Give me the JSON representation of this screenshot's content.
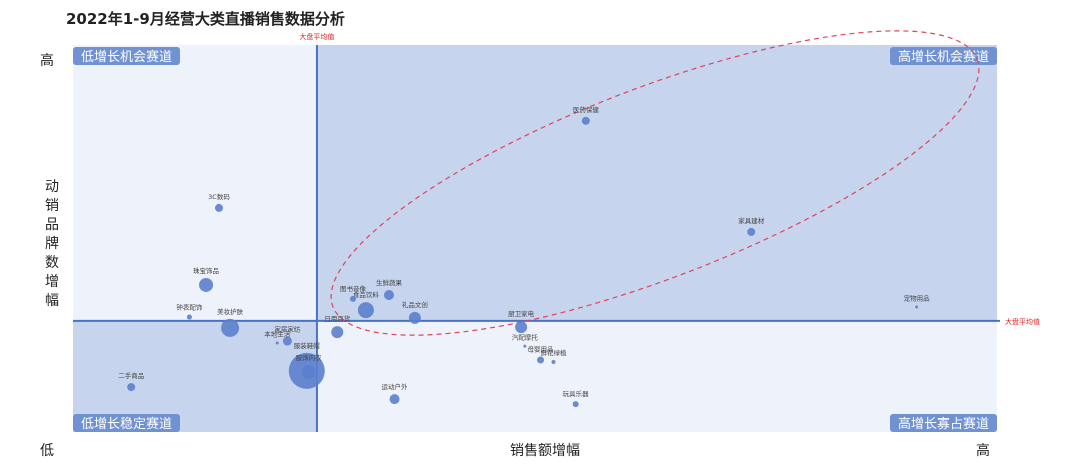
{
  "chart_data": {
    "type": "scatter",
    "title": "2022年1-9月经营大类直播销售数据分析",
    "xlabel": "销售额增幅",
    "ylabel": "动销品牌数增幅",
    "x_low": "低",
    "y_high": "高",
    "x_high": "高",
    "xlim": [
      0,
      100
    ],
    "ylim": [
      0,
      100
    ],
    "average_x": 26.4,
    "average_y": 28.7,
    "average_label_x": "大盘平均值",
    "average_label_y": "大盘平均值",
    "quadrants": {
      "top_left": "低增长机会赛道",
      "top_right": "高增长机会赛道",
      "bottom_left": "低增长稳定赛道",
      "bottom_right": "高增长寡占赛道"
    },
    "colors": {
      "point": "#5b80cc",
      "light": "#eef2fa",
      "dark": "#c6d4ee",
      "line": "#4a72c4",
      "ellipse": "#e0435a",
      "badge": "#7092d2"
    },
    "points": [
      {
        "name": "医药保健",
        "x": 55.5,
        "y": 80.4,
        "size": 4
      },
      {
        "name": "家具建材",
        "x": 73.4,
        "y": 51.7,
        "size": 4
      },
      {
        "name": "宠物用品",
        "x": 91.3,
        "y": 32.3,
        "size": 1.5
      },
      {
        "name": "厨卫家电",
        "x": 48.5,
        "y": 27.1,
        "size": 6
      },
      {
        "name": "汽配摩托",
        "x": 48.9,
        "y": 22.2,
        "size": 1.5
      },
      {
        "name": "母婴用品",
        "x": 50.6,
        "y": 18.6,
        "size": 3.5
      },
      {
        "name": "鲜花绿植",
        "x": 52.0,
        "y": 18.1,
        "size": 2
      },
      {
        "name": "玩具乐器",
        "x": 54.4,
        "y": 7.2,
        "size": 3
      },
      {
        "name": "运动户外",
        "x": 34.8,
        "y": 8.5,
        "size": 5
      },
      {
        "name": "日用百货",
        "x": 28.6,
        "y": 25.8,
        "size": 6
      },
      {
        "name": "礼品文创",
        "x": 37.0,
        "y": 29.5,
        "size": 6
      },
      {
        "name": "生鲜蔬果",
        "x": 34.2,
        "y": 35.4,
        "size": 5
      },
      {
        "name": "食品饮料",
        "x": 31.7,
        "y": 31.5,
        "size": 8
      },
      {
        "name": "图书音像",
        "x": 30.3,
        "y": 34.4,
        "size": 3
      },
      {
        "name": "3C数码",
        "x": 15.8,
        "y": 57.9,
        "size": 4
      },
      {
        "name": "珠宝饰品",
        "x": 14.4,
        "y": 38.0,
        "size": 7
      },
      {
        "name": "钟表配饰",
        "x": 12.6,
        "y": 29.7,
        "size": 2.5
      },
      {
        "name": "美妆护肤",
        "x": 17.0,
        "y": 26.9,
        "size": 9
      },
      {
        "name": "家居家纺",
        "x": 23.2,
        "y": 23.5,
        "size": 4.5
      },
      {
        "name": "本地生活",
        "x": 22.1,
        "y": 23.0,
        "size": 1.5
      },
      {
        "name": "服装鞋帽",
        "x": 25.3,
        "y": 15.8,
        "size": 18
      },
      {
        "name": "服饰内衣",
        "x": 25.5,
        "y": 15.5,
        "size": 7
      },
      {
        "name": "二手商品",
        "x": 6.3,
        "y": 11.6,
        "size": 4
      }
    ]
  }
}
